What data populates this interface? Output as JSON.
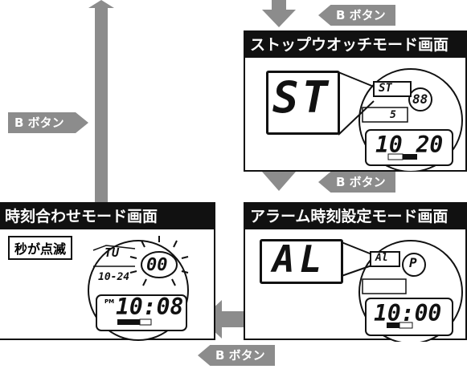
{
  "b_button_label": "B ボタン",
  "panels": {
    "stopwatch": {
      "title": "ストップウオッチモード画面",
      "big": "ST",
      "small_top": "ST",
      "sub": "88",
      "mid": "5",
      "time": "10 20"
    },
    "alarm": {
      "title": "アラーム時刻設定モード画面",
      "big": "AL",
      "small_top": "Al",
      "sub": "P",
      "time": "10:00"
    },
    "timeset": {
      "title": "時刻合わせモード画面",
      "note": "秒が点滅",
      "day": "TU",
      "seconds": "00",
      "date": "10-24",
      "pm": "PM",
      "time": "10:08"
    }
  },
  "colors": {
    "arrow": "#8c8c8c",
    "header": "#111111",
    "border": "#111111"
  }
}
